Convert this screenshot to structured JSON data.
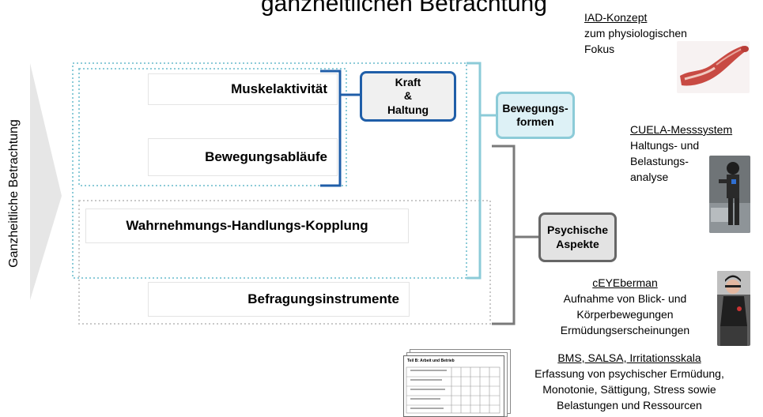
{
  "header_title": "ganzheitlichen Betrachtung",
  "side_label": "Ganzheitliche Betrachtung",
  "boxes": {
    "muskel": "Muskelaktivität",
    "bewegung": "Bewegungsabläufe",
    "wahrnehmung": "Wahrnehmungs-Handlungs-Kopplung",
    "befragung": "Befragungsinstrumente"
  },
  "groups": {
    "kraft": [
      "Kraft",
      "&",
      "Haltung"
    ],
    "bewegungsformen": [
      "Bewegungs-",
      "formen"
    ],
    "psychische": [
      "Psychische",
      "Aspekte"
    ]
  },
  "captions": {
    "iad": {
      "title": "IAD-Konzept",
      "lines": [
        "zum physiologischen",
        "Fokus"
      ]
    },
    "cuela": {
      "title": "CUELA-Messsystem",
      "lines": [
        "Haltungs- und",
        "Belastungs-",
        "analyse"
      ]
    },
    "ceye": {
      "title": "cEYEberman",
      "lines": [
        "Aufnahme von Blick- und",
        "Körperbewegungen",
        "Ermüdungserscheinungen"
      ]
    },
    "bms": {
      "title": "BMS, SALSA, Irritationsskala",
      "lines": [
        "Erfassung von psychischer Ermüdung,",
        "Monotonie, Sättigung, Stress sowie",
        "Belastungen und Ressourcen"
      ]
    }
  },
  "questionnaire": {
    "heading": "Teil B: Arbeit und Betrieb"
  },
  "colors": {
    "dark_blue": "#1f5ea8",
    "light_blue": "#8ccbd8",
    "gray": "#7a7a7a",
    "dotted_gray": "#c9c9c9"
  },
  "icons": [
    "arm-muscle-image",
    "motion-capture-suit-image",
    "eye-tracker-person-image",
    "questionnaire-image"
  ]
}
